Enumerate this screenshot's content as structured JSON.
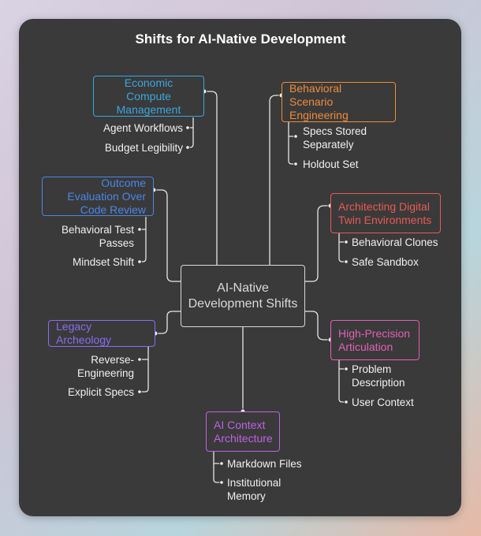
{
  "title": "Shifts for AI-Native Development",
  "hub": "AI-Native Development Shifts",
  "colors": {
    "economic": "#3aa6df",
    "outcome": "#4a86e8",
    "legacy": "#8a6df0",
    "ai_context": "#c062e8",
    "behavioral_scenario": "#ef8c3a",
    "digital_twin": "#e85a55",
    "articulation": "#e65fb6",
    "hub_border": "#d8d8d8"
  },
  "branches": {
    "economic": {
      "label": "Economic Compute Management",
      "leaves": [
        "Agent Workflows",
        "Budget Legibility"
      ]
    },
    "outcome": {
      "label": "Outcome Evaluation Over Code Review",
      "leaves": [
        "Behavioral Test Passes",
        "Mindset Shift"
      ]
    },
    "legacy": {
      "label": "Legacy Archeology",
      "leaves": [
        "Reverse-Engineering",
        "Explicit Specs"
      ]
    },
    "ai_context": {
      "label": "AI Context Architecture",
      "leaves": [
        "Markdown Files",
        "Institutional Memory"
      ]
    },
    "behavioral_scenario": {
      "label": "Behavioral Scenario Engineering",
      "leaves": [
        "Specs Stored Separately",
        "Holdout Set"
      ]
    },
    "digital_twin": {
      "label": "Architecting Digital Twin Environments",
      "leaves": [
        "Behavioral Clones",
        "Safe Sandbox"
      ]
    },
    "articulation": {
      "label": "High-Precision Articulation",
      "leaves": [
        "Problem Description",
        "User Context"
      ]
    }
  }
}
